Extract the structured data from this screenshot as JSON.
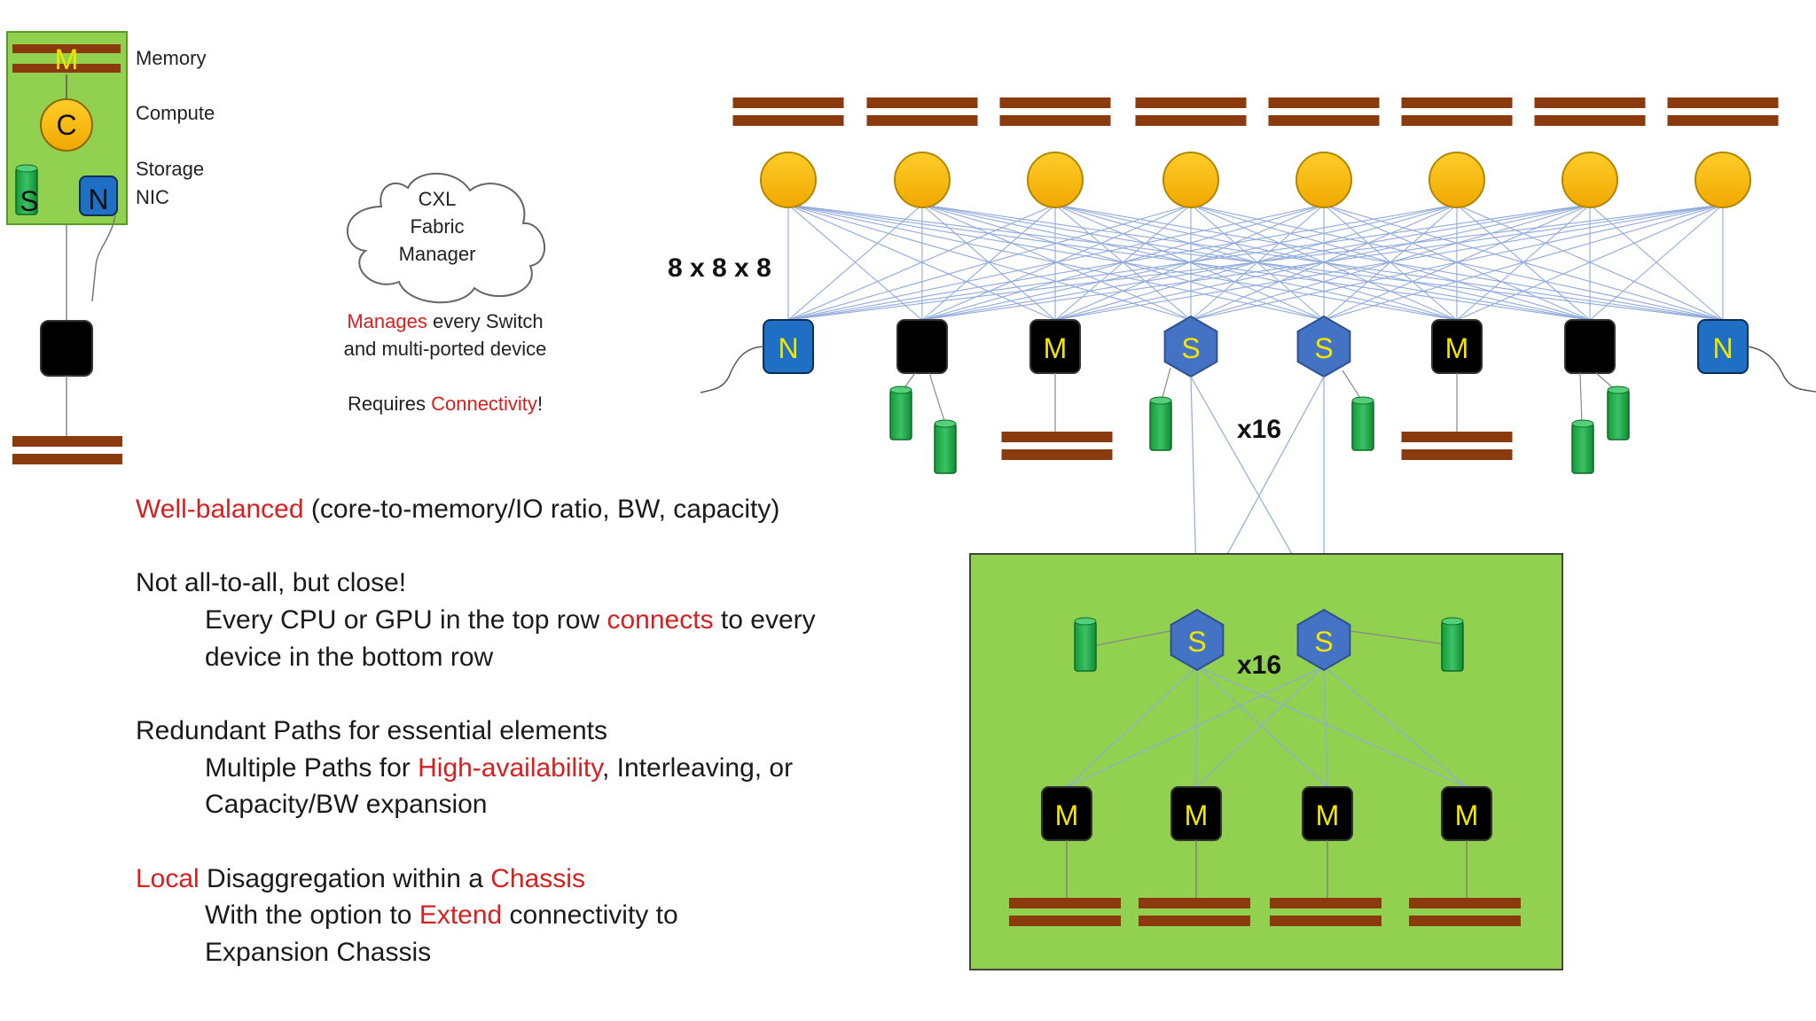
{
  "legend": {
    "memory_letter": "M",
    "compute_letter": "C",
    "storage_letter": "S",
    "nic_letter": "N",
    "memory_label": "Memory",
    "compute_label": "Compute",
    "storage_label": "Storage",
    "nic_label": "NIC"
  },
  "cloud": {
    "line1": "CXL",
    "line2": "Fabric",
    "line3": "Manager"
  },
  "manages_note": {
    "red": "Manages",
    "rest1": " every Switch",
    "line2": "and multi-ported device"
  },
  "requires_note": {
    "pre": "Requires ",
    "red": "Connectivity",
    "post": "!"
  },
  "topology_label": "8 x 8 x 8",
  "switch_mult_top": "x16",
  "switch_mult_chassis": "x16",
  "top_nodes": [
    "N",
    "",
    "M",
    "S",
    "S",
    "M",
    "",
    "N"
  ],
  "chassis_switches": [
    "S",
    "S"
  ],
  "chassis_memory": [
    "M",
    "M",
    "M",
    "M"
  ],
  "bullets": {
    "b1_red": "Well-balanced",
    "b1_rest": " (core-to-memory/IO ratio, BW, capacity)",
    "b2_head": "Not all-to-all, but close!",
    "b2_l1_pre": "Every CPU or GPU in the top row ",
    "b2_l1_red": "connects",
    "b2_l1_post": " to every",
    "b2_l2": "device in the bottom row",
    "b3_head": "Redundant Paths for essential elements",
    "b3_l1_pre": "Multiple Paths for ",
    "b3_l1_red": "High-availability",
    "b3_l1_post": ", Interleaving, or",
    "b3_l2": "Capacity/BW expansion",
    "b4_red1": "Local",
    "b4_mid": " Disaggregation within a ",
    "b4_red2": "Chassis",
    "b4_l1_pre": "With the option to ",
    "b4_l1_red": "Extend",
    "b4_l1_post": " connectivity to",
    "b4_l2_red": "Expansion Chassis"
  },
  "colors": {
    "memory_bar": "#8b3a0e",
    "compute": "#f5b400",
    "storage": "#22a84a",
    "nic": "#1f6fc4",
    "switch": "#4472c4",
    "chassis_bg": "#92d050",
    "link": "#8faadc",
    "accent_red": "#d62020",
    "node_text": "#f2e600"
  }
}
